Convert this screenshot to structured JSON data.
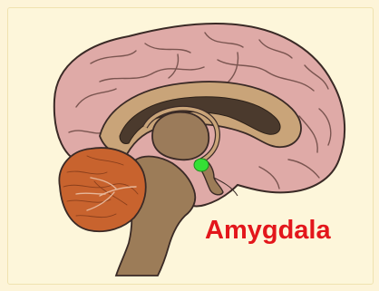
{
  "diagram": {
    "label": "Amygdala",
    "colors": {
      "background": "#fdf4d8",
      "cortex": "#dfaaa7",
      "cortex_outline": "#3a2a26",
      "ventricle": "#4b3a2d",
      "corpus_callosum": "#c9a479",
      "thalamus": "#9b7b5a",
      "brainstem": "#9c7c58",
      "cerebellum": "#c8632e",
      "amygdala": "#35e035",
      "label": "#e3161b"
    },
    "structures": [
      "cerebral-cortex",
      "corpus-callosum",
      "lateral-ventricle",
      "thalamus",
      "amygdala",
      "brainstem",
      "cerebellum",
      "pituitary"
    ]
  }
}
